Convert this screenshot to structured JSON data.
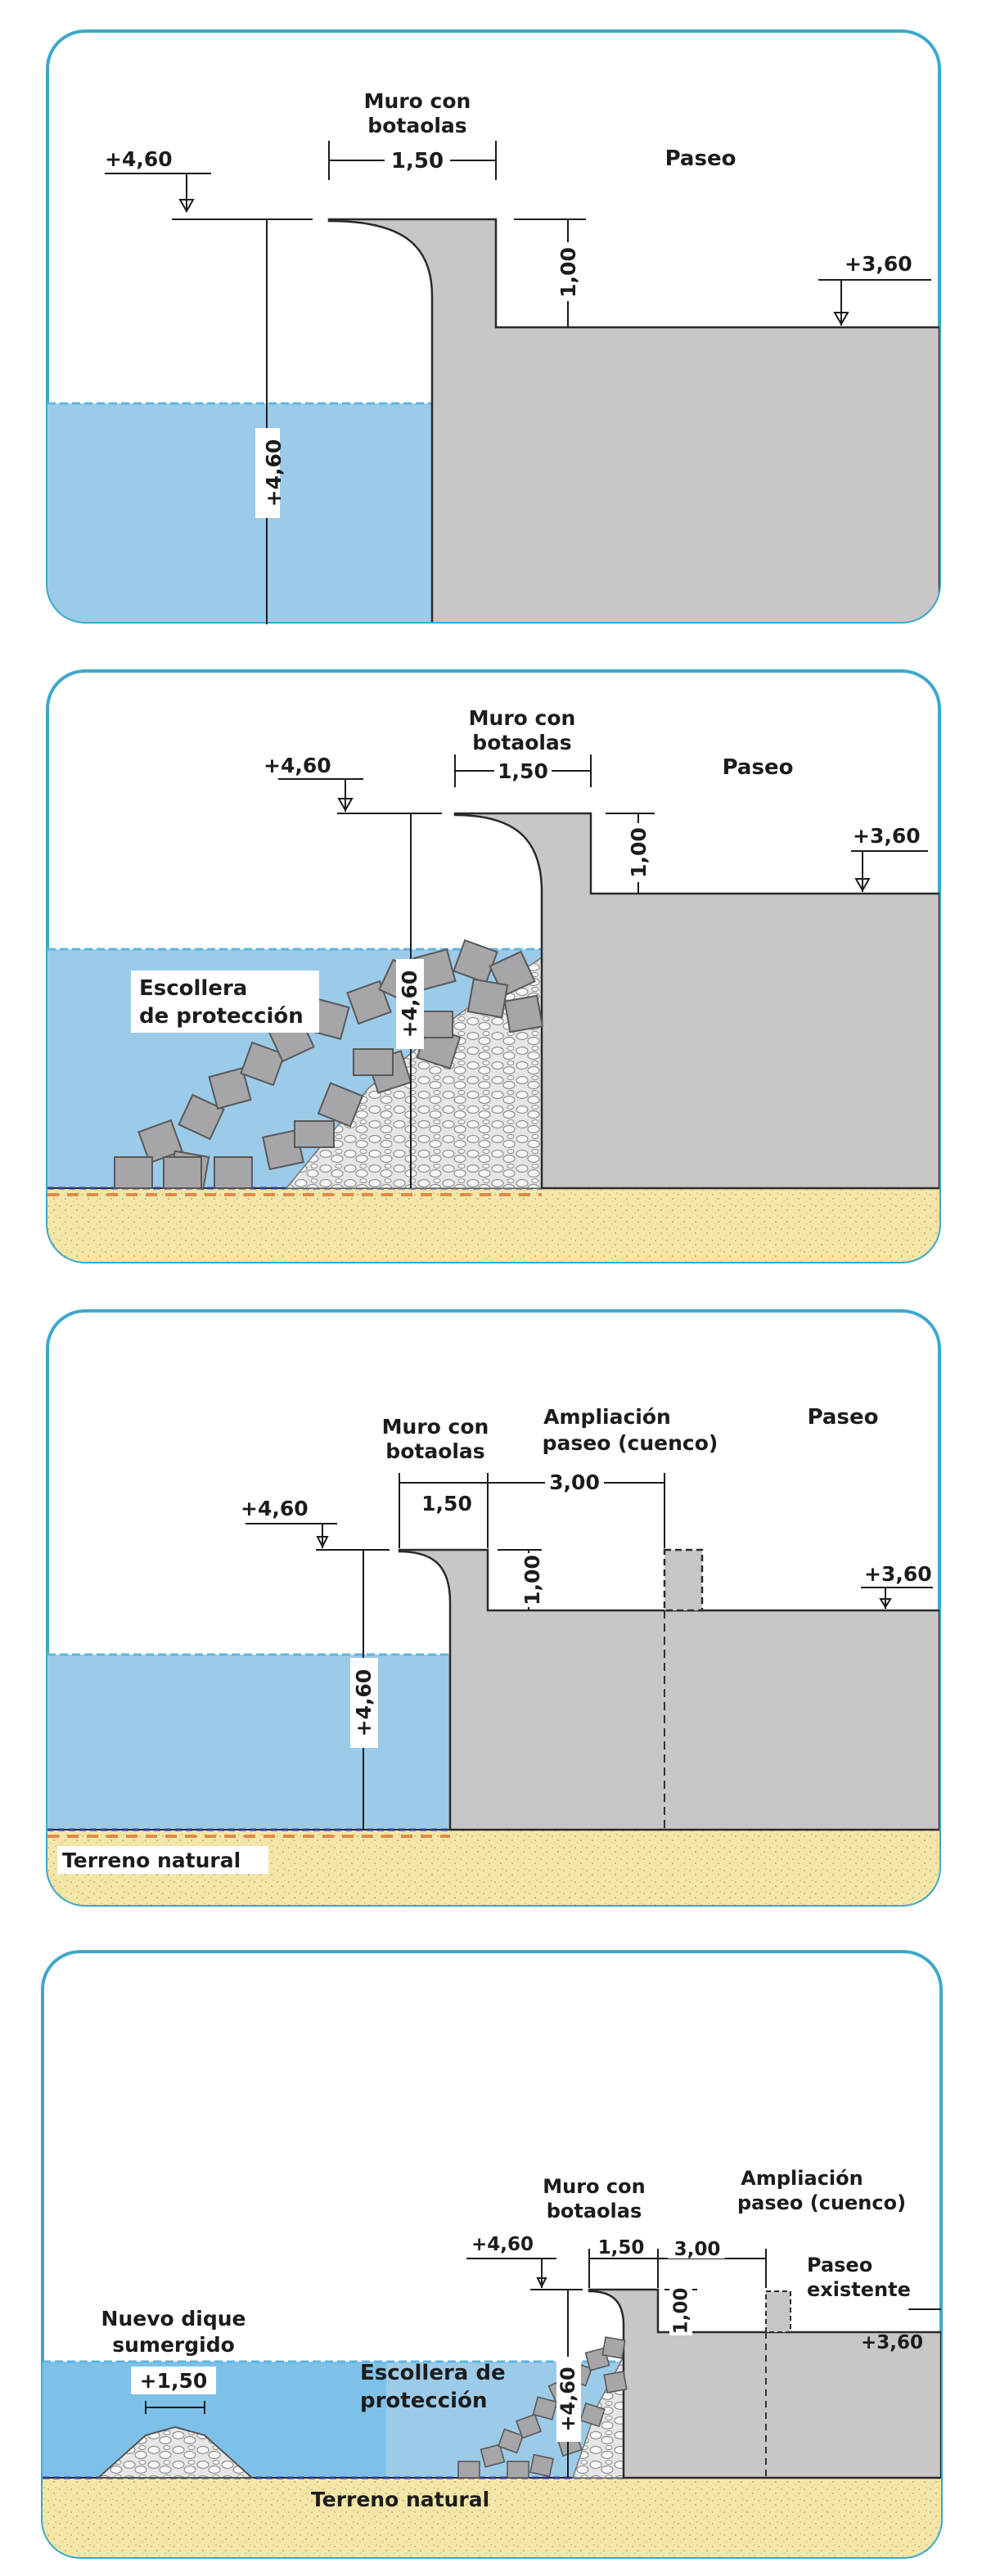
{
  "colors": {
    "panel_border": "#3ea8c9",
    "water": "#9ccbea",
    "water_deep": "#6bbbe6",
    "concrete": "#c8c6c7",
    "sand": "#f3e6a8",
    "rock": "#a9a9ab",
    "text": "#1c1c1c"
  },
  "panel1": {
    "elev_top": "+4,60",
    "wall_label_line1": "Muro con",
    "wall_label_line2": "botaolas",
    "wall_width": "1,50",
    "paseo": "Paseo",
    "step_height": "1,00",
    "elev_paseo": "+3,60",
    "wall_height": "+4,60"
  },
  "panel2": {
    "elev_top": "+4,60",
    "wall_label_line1": "Muro con",
    "wall_label_line2": "botaolas",
    "wall_width": "1,50",
    "paseo": "Paseo",
    "step_height": "1,00",
    "elev_paseo": "+3,60",
    "wall_height": "+4,60",
    "escollera_line1": "Escollera",
    "escollera_line2": "de protección"
  },
  "panel3": {
    "wall_label_line1": "Muro con",
    "wall_label_line2": "botaolas",
    "ampliacion_line1": "Ampliación",
    "ampliacion_line2": "paseo (cuenco)",
    "paseo": "Paseo",
    "elev_top": "+4,60",
    "wall_width": "1,50",
    "ampliacion_width": "3,00",
    "step_height": "1,00",
    "elev_paseo": "+3,60",
    "wall_height": "+4,60",
    "terreno": "Terreno natural"
  },
  "panel4": {
    "wall_label_line1": "Muro con",
    "wall_label_line2": "botaolas",
    "ampliacion_line1": "Ampliación",
    "ampliacion_line2": "paseo (cuenco)",
    "elev_top": "+4,60",
    "wall_width": "1,50",
    "ampliacion_width": "3,00",
    "paseo_line1": "Paseo",
    "paseo_line2": "existente",
    "step_height": "1,00",
    "elev_paseo": "+3,60",
    "dique_line1": "Nuevo dique",
    "dique_line2": "sumergido",
    "dique_height": "+1,50",
    "escollera_line1": "Escollera de",
    "escollera_line2": "protección",
    "wall_height": "+4,60",
    "terreno": "Terreno natural"
  }
}
